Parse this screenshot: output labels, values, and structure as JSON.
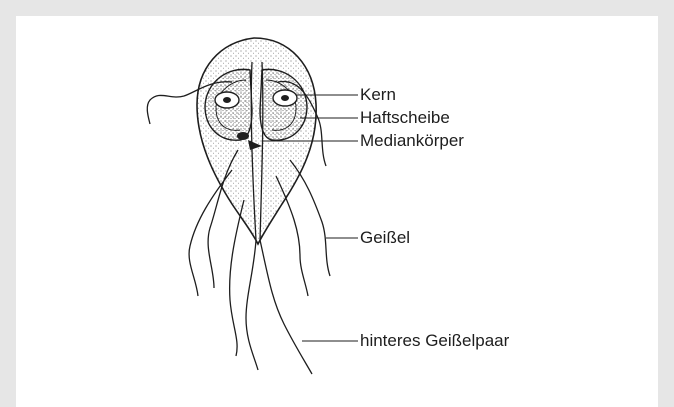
{
  "figure": {
    "subject": "flagellate",
    "labels": {
      "nucleus": "Kern",
      "adhesive_disc": "Haftscheibe",
      "median_body": "Mediankörper",
      "flagellum": "Geißel",
      "posterior_flagella_pair": "hinteres Geißelpaar"
    },
    "colors": {
      "background": "#e6e6e6",
      "panel": "#ffffff",
      "ink": "#1e1e1e"
    }
  }
}
